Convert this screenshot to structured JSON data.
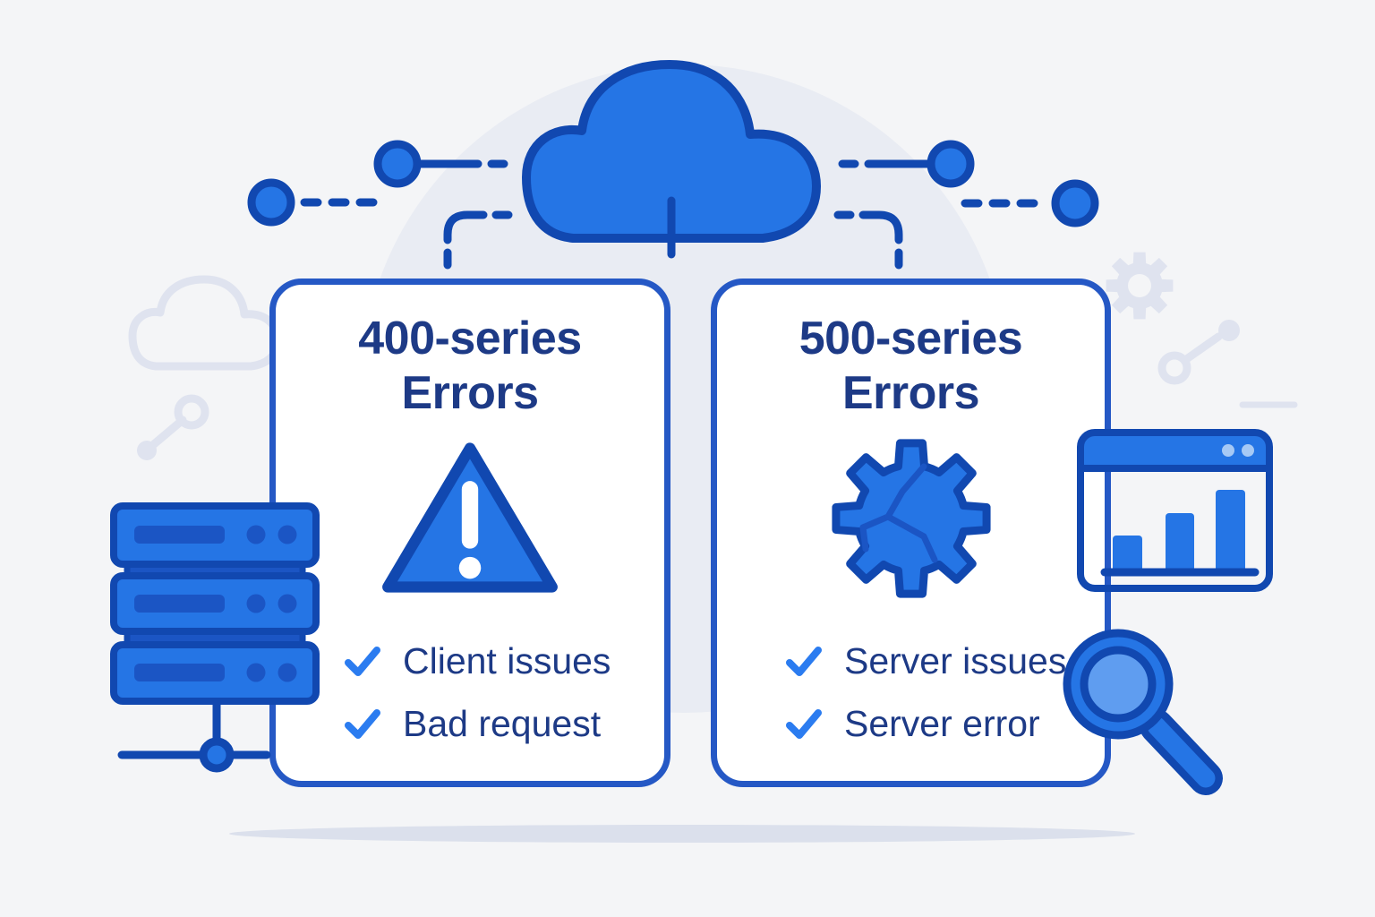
{
  "cards": [
    {
      "title_line1": "400-series",
      "title_line2": "Errors",
      "icon": "warning-triangle-icon",
      "items": [
        {
          "label": "Client issues"
        },
        {
          "label": "Bad request"
        }
      ]
    },
    {
      "title_line1": "500-series",
      "title_line2": "Errors",
      "icon": "cracked-gear-icon",
      "items": [
        {
          "label": "Server issues"
        },
        {
          "label": "Server error"
        }
      ]
    }
  ],
  "decorations": {
    "icons": [
      "cloud-icon",
      "cloud-outline-icon",
      "server-stack-icon",
      "analytics-window-icon",
      "bar-chart-icon",
      "magnifier-icon",
      "warning-triangle-icon",
      "cracked-gear-icon",
      "gear-silhouette-icon",
      "commit-branch-icon",
      "connector-node-dots"
    ]
  },
  "colors": {
    "primary_blue": "#2575e5",
    "outline_blue": "#1148b0",
    "accent_dark_blue": "#1b55c4",
    "card_border_blue": "#2558c5",
    "navy_text": "#1d3a86",
    "check_blue": "#2b7cf0",
    "lens_blue": "#5f9df0",
    "background": "#f4f5f7",
    "bg_circle": "#e9ecf3",
    "decor_gray": "#dfe3ef",
    "shadow": "#dbe0ec",
    "window_dot": "#a6c9f5"
  }
}
